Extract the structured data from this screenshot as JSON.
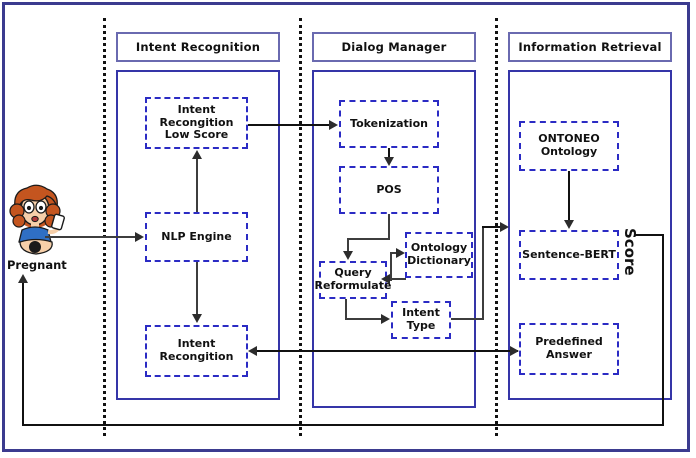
{
  "diagram": {
    "title": "Chatbot architecture pipeline",
    "actor": {
      "label": "Pregnant",
      "icon": "pregnant-woman-with-phone-avatar"
    },
    "score_label": "Score",
    "colors": {
      "outer_frame_border": "#3b3b8f",
      "panel_header_border": "#6a6ab0",
      "panel_body_border": "#3535a8",
      "node_border": "#2b2bc4",
      "edge": "#3d3d3d",
      "separator": "#111111"
    },
    "panels": [
      {
        "id": "intent-recognition",
        "header": "Intent Recognition",
        "nodes": [
          {
            "id": "intent-recognition-low-score",
            "lines": [
              "Intent",
              "Recongition",
              "Low Score"
            ]
          },
          {
            "id": "nlp-engine",
            "lines": [
              "NLP Engine"
            ]
          },
          {
            "id": "intent-recognition-node",
            "lines": [
              "Intent",
              "Recongition"
            ]
          }
        ]
      },
      {
        "id": "dialog-manager",
        "header": "Dialog Manager",
        "nodes": [
          {
            "id": "tokenization",
            "lines": [
              "Tokenization"
            ]
          },
          {
            "id": "pos",
            "lines": [
              "POS"
            ]
          },
          {
            "id": "ontology-dictionary",
            "lines": [
              "Ontology",
              "Dictionary"
            ]
          },
          {
            "id": "query-reformulate",
            "lines": [
              "Query",
              "Reformulate"
            ]
          },
          {
            "id": "intent-type",
            "lines": [
              "Intent",
              "Type"
            ]
          }
        ]
      },
      {
        "id": "information-retrieval",
        "header": "Information Retrieval",
        "nodes": [
          {
            "id": "ontoneo-ontology",
            "lines": [
              "ONTONEO",
              "Ontology"
            ]
          },
          {
            "id": "sentence-bert",
            "lines": [
              "Sentence-BERT"
            ]
          },
          {
            "id": "predefined-answer",
            "lines": [
              "Predefined",
              "Answer"
            ]
          }
        ]
      }
    ],
    "edges": [
      {
        "id": "actor-to-nlp-engine",
        "from": "Pregnant",
        "to": "NLP Engine",
        "arrow": "right"
      },
      {
        "id": "nlp-engine-to-intent-recognition",
        "from": "NLP Engine",
        "to": "Intent Recongition",
        "arrow": "down"
      },
      {
        "id": "intent-recognition-to-low-score",
        "from": "Intent Recongition",
        "to": "Intent Recongition Low Score",
        "arrow": "up"
      },
      {
        "id": "low-score-to-tokenization",
        "from": "Intent Recongition Low Score",
        "to": "Tokenization",
        "arrow": "right"
      },
      {
        "id": "tokenization-to-pos",
        "from": "Tokenization",
        "to": "POS",
        "arrow": "down"
      },
      {
        "id": "pos-to-query-reformulate",
        "from": "POS",
        "to": "Query Reformulate",
        "arrow": "down"
      },
      {
        "id": "query-reformulate-to-ontology-dictionary",
        "from": "Query Reformulate",
        "to": "Ontology Dictionary",
        "arrow": "right"
      },
      {
        "id": "ontology-dictionary-to-query-reformulate",
        "from": "Ontology Dictionary",
        "to": "Query Reformulate",
        "arrow": "left"
      },
      {
        "id": "query-reformulate-to-intent-type",
        "from": "Query Reformulate",
        "to": "Intent Type",
        "arrow": "right"
      },
      {
        "id": "intent-type-to-information-retrieval",
        "from": "Intent Type",
        "to": "Information Retrieval",
        "arrow": "right"
      },
      {
        "id": "ontoneo-to-sentence-bert",
        "from": "ONTONEO Ontology",
        "to": "Sentence-BERT",
        "arrow": "down"
      },
      {
        "id": "dialog-manager-to-predefined-answer",
        "from": "Intent Recongition",
        "to": "Predefined Answer",
        "arrow": "both"
      },
      {
        "id": "score-feedback-to-actor",
        "from": "Sentence-BERT",
        "to": "Pregnant",
        "arrow": "up"
      }
    ]
  }
}
